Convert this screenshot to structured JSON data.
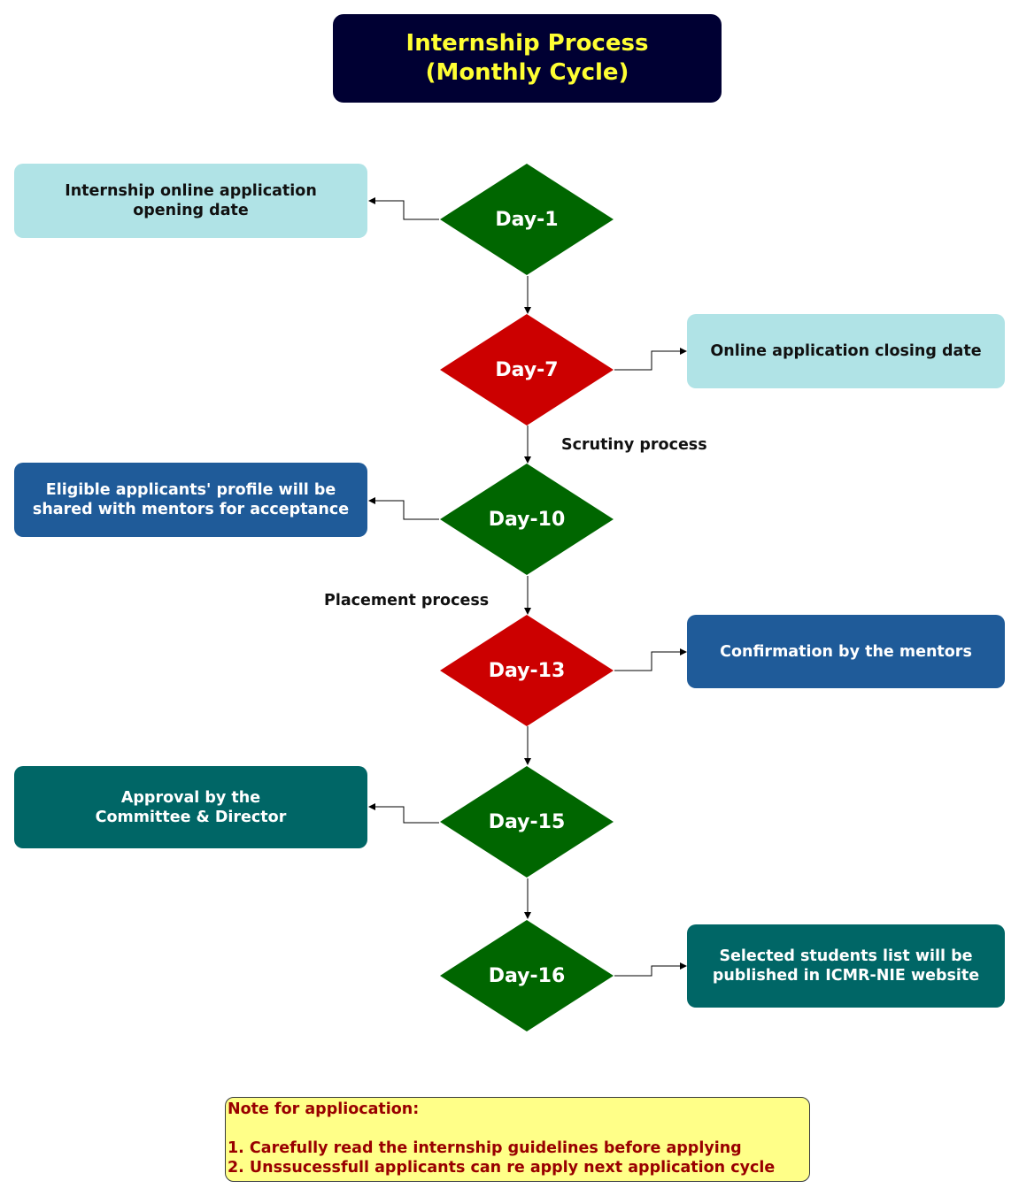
{
  "title": {
    "line1": "Internship Process",
    "line2": "(Monthly Cycle)"
  },
  "steps": [
    {
      "day": "Day-1",
      "color": "#006600"
    },
    {
      "day": "Day-7",
      "color": "#cc0000"
    },
    {
      "day": "Day-10",
      "color": "#006600"
    },
    {
      "day": "Day-13",
      "color": "#cc0000"
    },
    {
      "day": "Day-15",
      "color": "#006600"
    },
    {
      "day": "Day-16",
      "color": "#006600"
    }
  ],
  "boxes": {
    "opening": {
      "line1": "Internship online application",
      "line2": "opening date"
    },
    "closing": {
      "line1": "Online application closing date"
    },
    "eligible": {
      "line1": "Eligible applicants' profile will be",
      "line2": "shared with mentors for acceptance"
    },
    "confirmation": {
      "line1": "Confirmation by the mentors"
    },
    "approval": {
      "line1": "Approval by the",
      "line2": "Committee & Director"
    },
    "published": {
      "line1": "Selected students list will be",
      "line2": "published in ICMR-NIE website"
    }
  },
  "process_labels": {
    "scrutiny": "Scrutiny process",
    "placement": "Placement process"
  },
  "note": {
    "heading": "Note for appliocation:",
    "items": [
      "1. Carefully read the internship guidelines before applying",
      "2. Unssucessfull applicants can re apply next application cycle"
    ]
  },
  "colors": {
    "title_bg": "#000033",
    "title_text": "#ffff33",
    "light_box": "#b0e3e6",
    "blue_box": "#1f5b99",
    "teal_box": "#006666",
    "note_bg": "#ffff88",
    "note_text": "#990000"
  }
}
